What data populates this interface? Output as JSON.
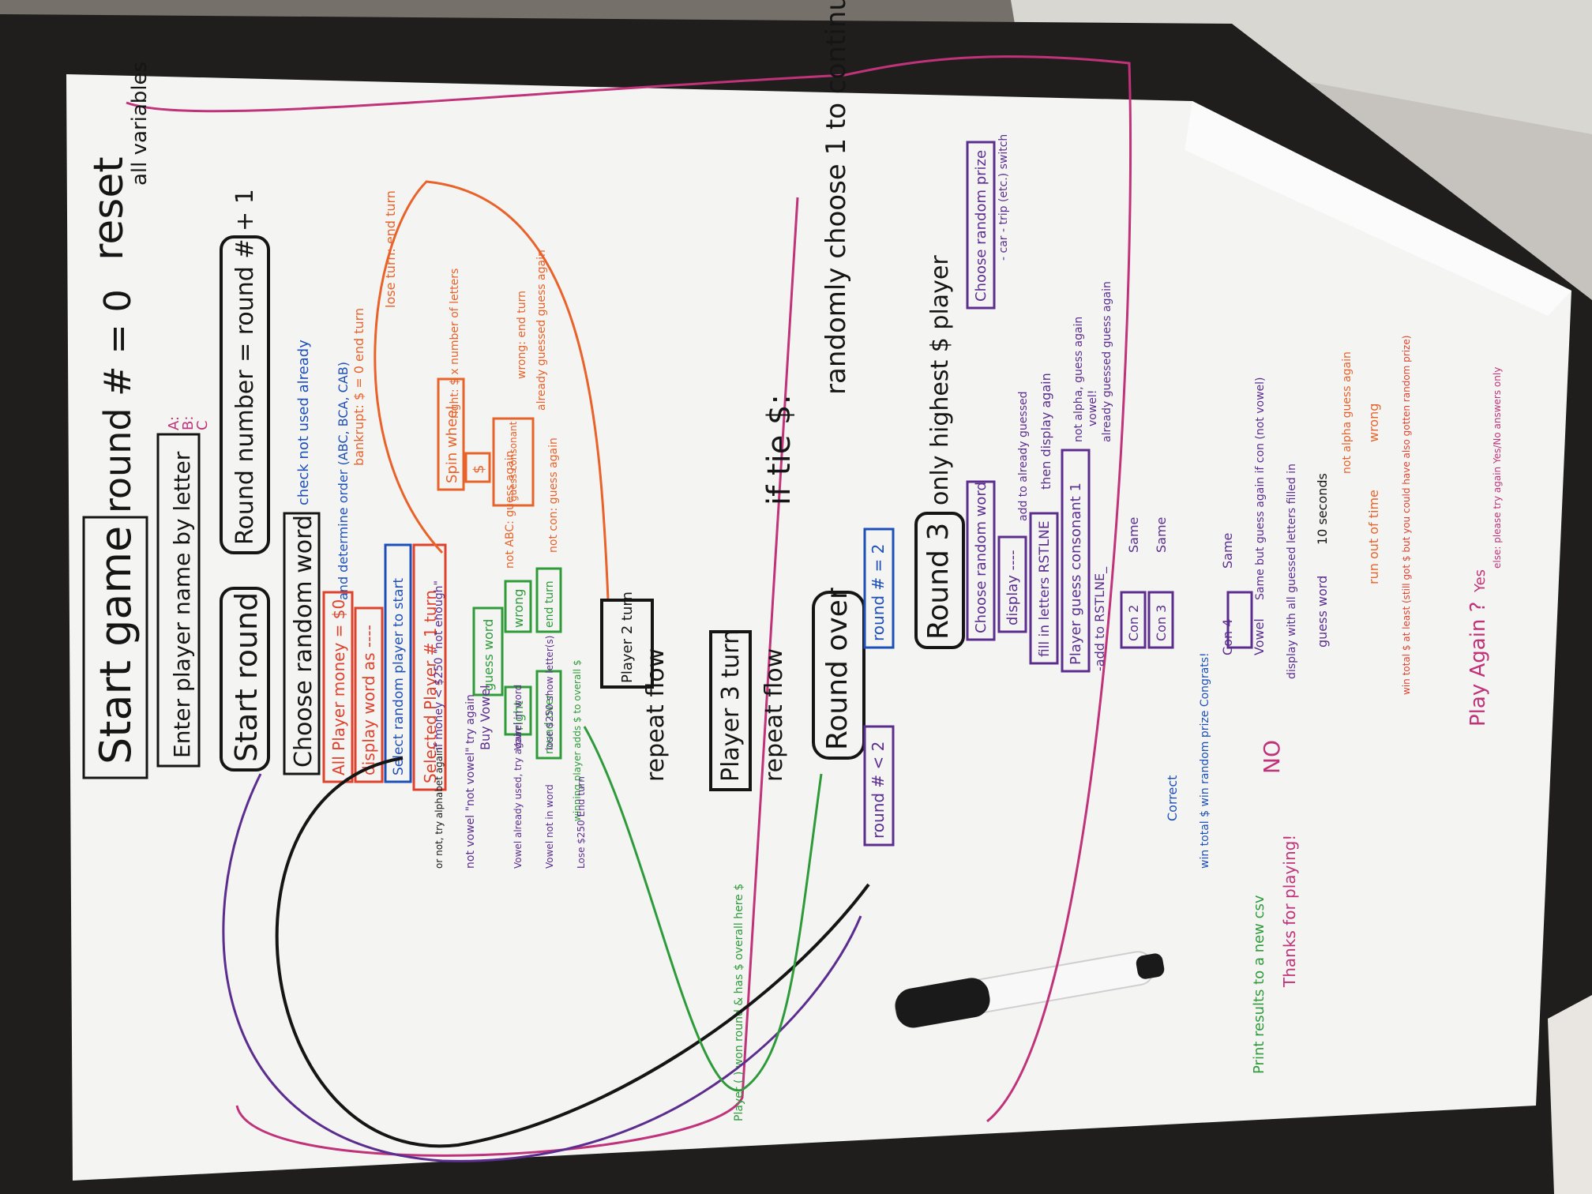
{
  "colors": {
    "wall": "#d9d7d2",
    "carpet": "#75706a",
    "frame": "#1f1e1c",
    "board": "#f4f5f3",
    "black": "#151515",
    "red": "#e0412d",
    "orange": "#e8622a",
    "purple": "#5b2d8e",
    "green": "#2e9a3a",
    "blue": "#1d4fb8",
    "magenta": "#c0327a"
  },
  "board_text": {
    "start_game": "Start game",
    "round_zero": "round # = 0",
    "reset_all": "reset",
    "reset_all_sub": "all variables",
    "enter_names": "Enter player name by letter",
    "abc_a": "A:",
    "abc_b": "B:",
    "abc_c": "C",
    "start_round": "Start round",
    "round_number": "Round number = round # + 1",
    "choose_word": "Choose random word",
    "check_not_used": "check not used already",
    "all_player_money": "All Player money = $0",
    "display_word": "display word as ----",
    "and_determine": "and determine order (ABC, BCA, CAB)",
    "select_random_player": "Select random player to start",
    "selected_player": "Selected Player # 1  turn",
    "bankrupt": "bankrupt: $ = 0 end turn",
    "lose_turn": "lose turn: end turn",
    "spin_wheel": "Spin wheel",
    "right_dollar": "right: $ x number of letters",
    "dollar": "$",
    "guess_consonant": "guess consonant",
    "already_guessed": "already guessed guess again",
    "wrong_end_turn": "wrong: end turn",
    "not_abc": "not ABC: guess again",
    "not_con": "not con: guess again",
    "guess_word": "guess word",
    "right": "right",
    "wrong": "wrong",
    "round_over_small": "round over",
    "end_turn": "end turn",
    "winning_player": "winning player adds $ to overall $",
    "player2_turn": "Player 2 turn",
    "repeat_flow_1": "repeat flow",
    "player3_turn": "Player 3 turn",
    "repeat_flow_2": "repeat flow",
    "round_over": "Round over",
    "round_eq2": "round # = 2",
    "round_lt2": "round # < 2",
    "player_won": "Player ( ) won round & has $ overall here $",
    "if_tie": "if tie $:",
    "randomly_choose": "randomly choose 1 to continue",
    "round3": "Round 3",
    "only_highest": "only highest $ player",
    "choose_prize": "Choose random prize",
    "car_trip": "- car - trip (etc.) switch",
    "choose_word_r3": "Choose random word",
    "display_r3": "display ----",
    "add_guessed": "add to already guessed",
    "fill_in": "fill in letters RSTLNE",
    "then_display": "then display again",
    "player_guess_con": "Player guess consonant 1",
    "add_rstlne": "-add to RSTLNE_",
    "not_alpha": "not alpha, guess again",
    "vowel_hint": "vowel!",
    "already_guessed2": "already guessed guess again",
    "con2": "Con 2",
    "con3": "Con 3",
    "con4": "Con 4",
    "vowel": "Vowel",
    "same1": "Same",
    "same2": "Same",
    "same3": "Same",
    "same_but": "Same but guess again if con (not vowel)",
    "display_all": "display with all guessed letters filled in",
    "guess_word_r3": "guess word",
    "ten_seconds": "10 seconds",
    "not_alpha2": "not alpha guess again",
    "wrong_r3": "wrong",
    "run_out": "run out of time",
    "win_total": "win total $ at least (still got $ but you could have also gotten random prize)",
    "correct": "Correct",
    "win_total_prize": "win total $ win random prize Congrats!",
    "play_again": "Play Again ?",
    "yes": "Yes",
    "no": "NO",
    "else_try": "else: please try again Yes/No answers only",
    "print_results": "Print results to a new csv",
    "thanks": "Thanks for playing!",
    "not_vowel": "not vowel \"not vowel\" try again",
    "or_not_alpha": "or not, try alphabet again",
    "if_money": "if money < $250 \"not enough\"",
    "buy_vowel": "Buy Vowel",
    "vowel_used": "Vowel already used, try again",
    "vowel_in_word": "Vowel in word",
    "vowel_not_in": "Vowel not in word",
    "lose_250_show": "lose $250 show letter(s)",
    "lose_250_end": "Lose $250 End turn"
  }
}
